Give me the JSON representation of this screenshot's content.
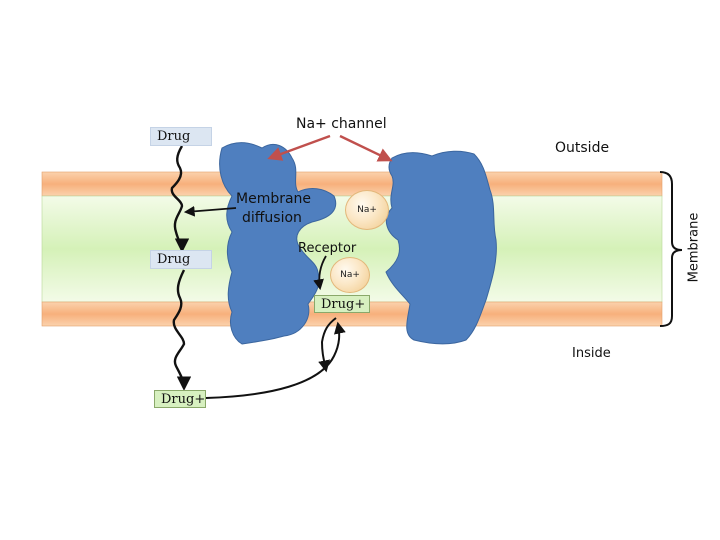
{
  "labels": {
    "na_channel": "Na+ channel",
    "outside": "Outside",
    "inside": "Inside",
    "membrane": "Membrane",
    "membrane_diffusion_line1": "Membrane",
    "membrane_diffusion_line2": "diffusion",
    "receptor": "Receptor"
  },
  "boxes": {
    "drug_top": "Drug",
    "drug_mid": "Drug",
    "drug_plus_bottom": "Drug+",
    "drug_plus_receptor": "Drug+"
  },
  "ions": {
    "na_upper": "Na+",
    "na_lower": "Na+"
  },
  "colors": {
    "protein": "#4f7fbf",
    "lipid_head": "#f7b07c",
    "membrane_core": "#d5f1b8",
    "drug_box": "#dce6f2",
    "drug_plus_box": "#d7f0c0",
    "arrow_red": "#c0504d"
  }
}
